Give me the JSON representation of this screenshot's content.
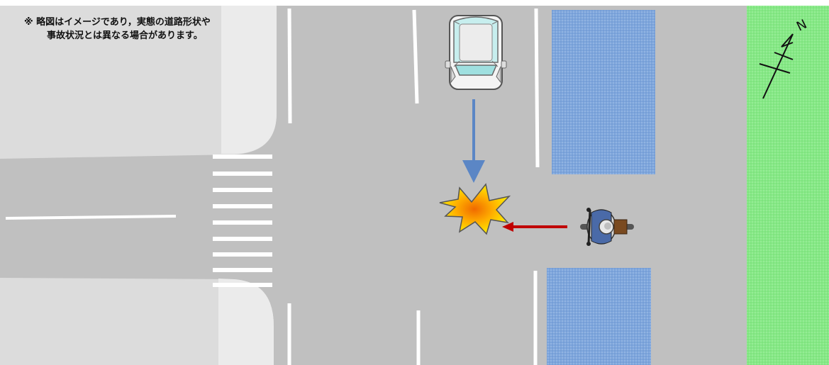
{
  "note": {
    "line1": "※ 略図はイメージであり，実態の道路形状や",
    "line2": "事故状況とは異なる場合があります。"
  },
  "compass": {
    "label": "N"
  },
  "colors": {
    "road": "#c0c0c0",
    "sidewalk": "#dcdcdc",
    "sidewalk_corner": "#ebebeb",
    "bus_zone": "#7ea6dc",
    "grass": "#86e886",
    "car_arrow": "#5b86c5",
    "bike_arrow": "#c00000",
    "impact_outer": "#ffe400",
    "impact_inner": "#f08a00"
  },
  "icons": [
    "car-icon",
    "motorcycle-icon",
    "collision-icon",
    "north-arrow-icon"
  ]
}
